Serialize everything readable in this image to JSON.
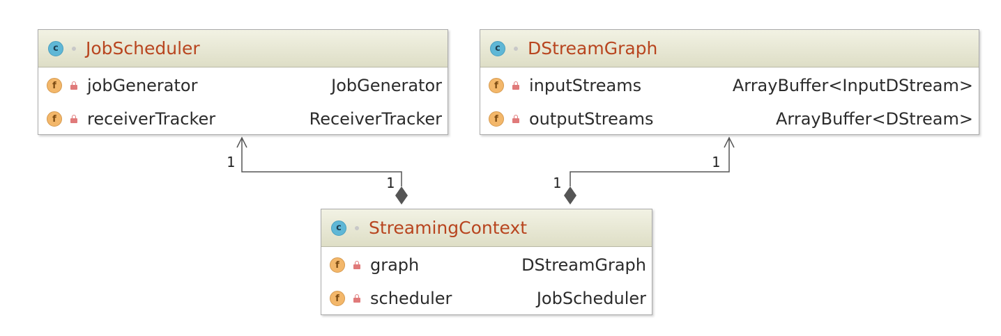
{
  "classes": [
    {
      "name": "JobScheduler",
      "icon": "class-icon",
      "fields": [
        {
          "name": "jobGenerator",
          "type": "JobGenerator"
        },
        {
          "name": "receiverTracker",
          "type": "ReceiverTracker"
        }
      ]
    },
    {
      "name": "DStreamGraph",
      "icon": "class-icon",
      "fields": [
        {
          "name": "inputStreams",
          "type": "ArrayBuffer<InputDStream>"
        },
        {
          "name": "outputStreams",
          "type": "ArrayBuffer<DStream>"
        }
      ]
    },
    {
      "name": "StreamingContext",
      "icon": "class-icon",
      "fields": [
        {
          "name": "graph",
          "type": "DStreamGraph"
        },
        {
          "name": "scheduler",
          "type": "JobScheduler"
        }
      ]
    }
  ],
  "icons": {
    "class_letter": "c",
    "field_letter": "f",
    "field_visibility": "lock-icon"
  },
  "relations": [
    {
      "from": "StreamingContext",
      "to": "JobScheduler",
      "kind": "composition",
      "source_mult": "1",
      "target_mult": "1"
    },
    {
      "from": "StreamingContext",
      "to": "DStreamGraph",
      "kind": "composition",
      "source_mult": "1",
      "target_mult": "1"
    }
  ],
  "colors": {
    "class_name": "#b8451f",
    "header_top": "#f2f2e4",
    "header_bottom": "#dedec6",
    "class_icon": "#5fb7d6",
    "field_icon": "#f3b76a",
    "lock": "#e07a7a",
    "connector": "#555555"
  }
}
